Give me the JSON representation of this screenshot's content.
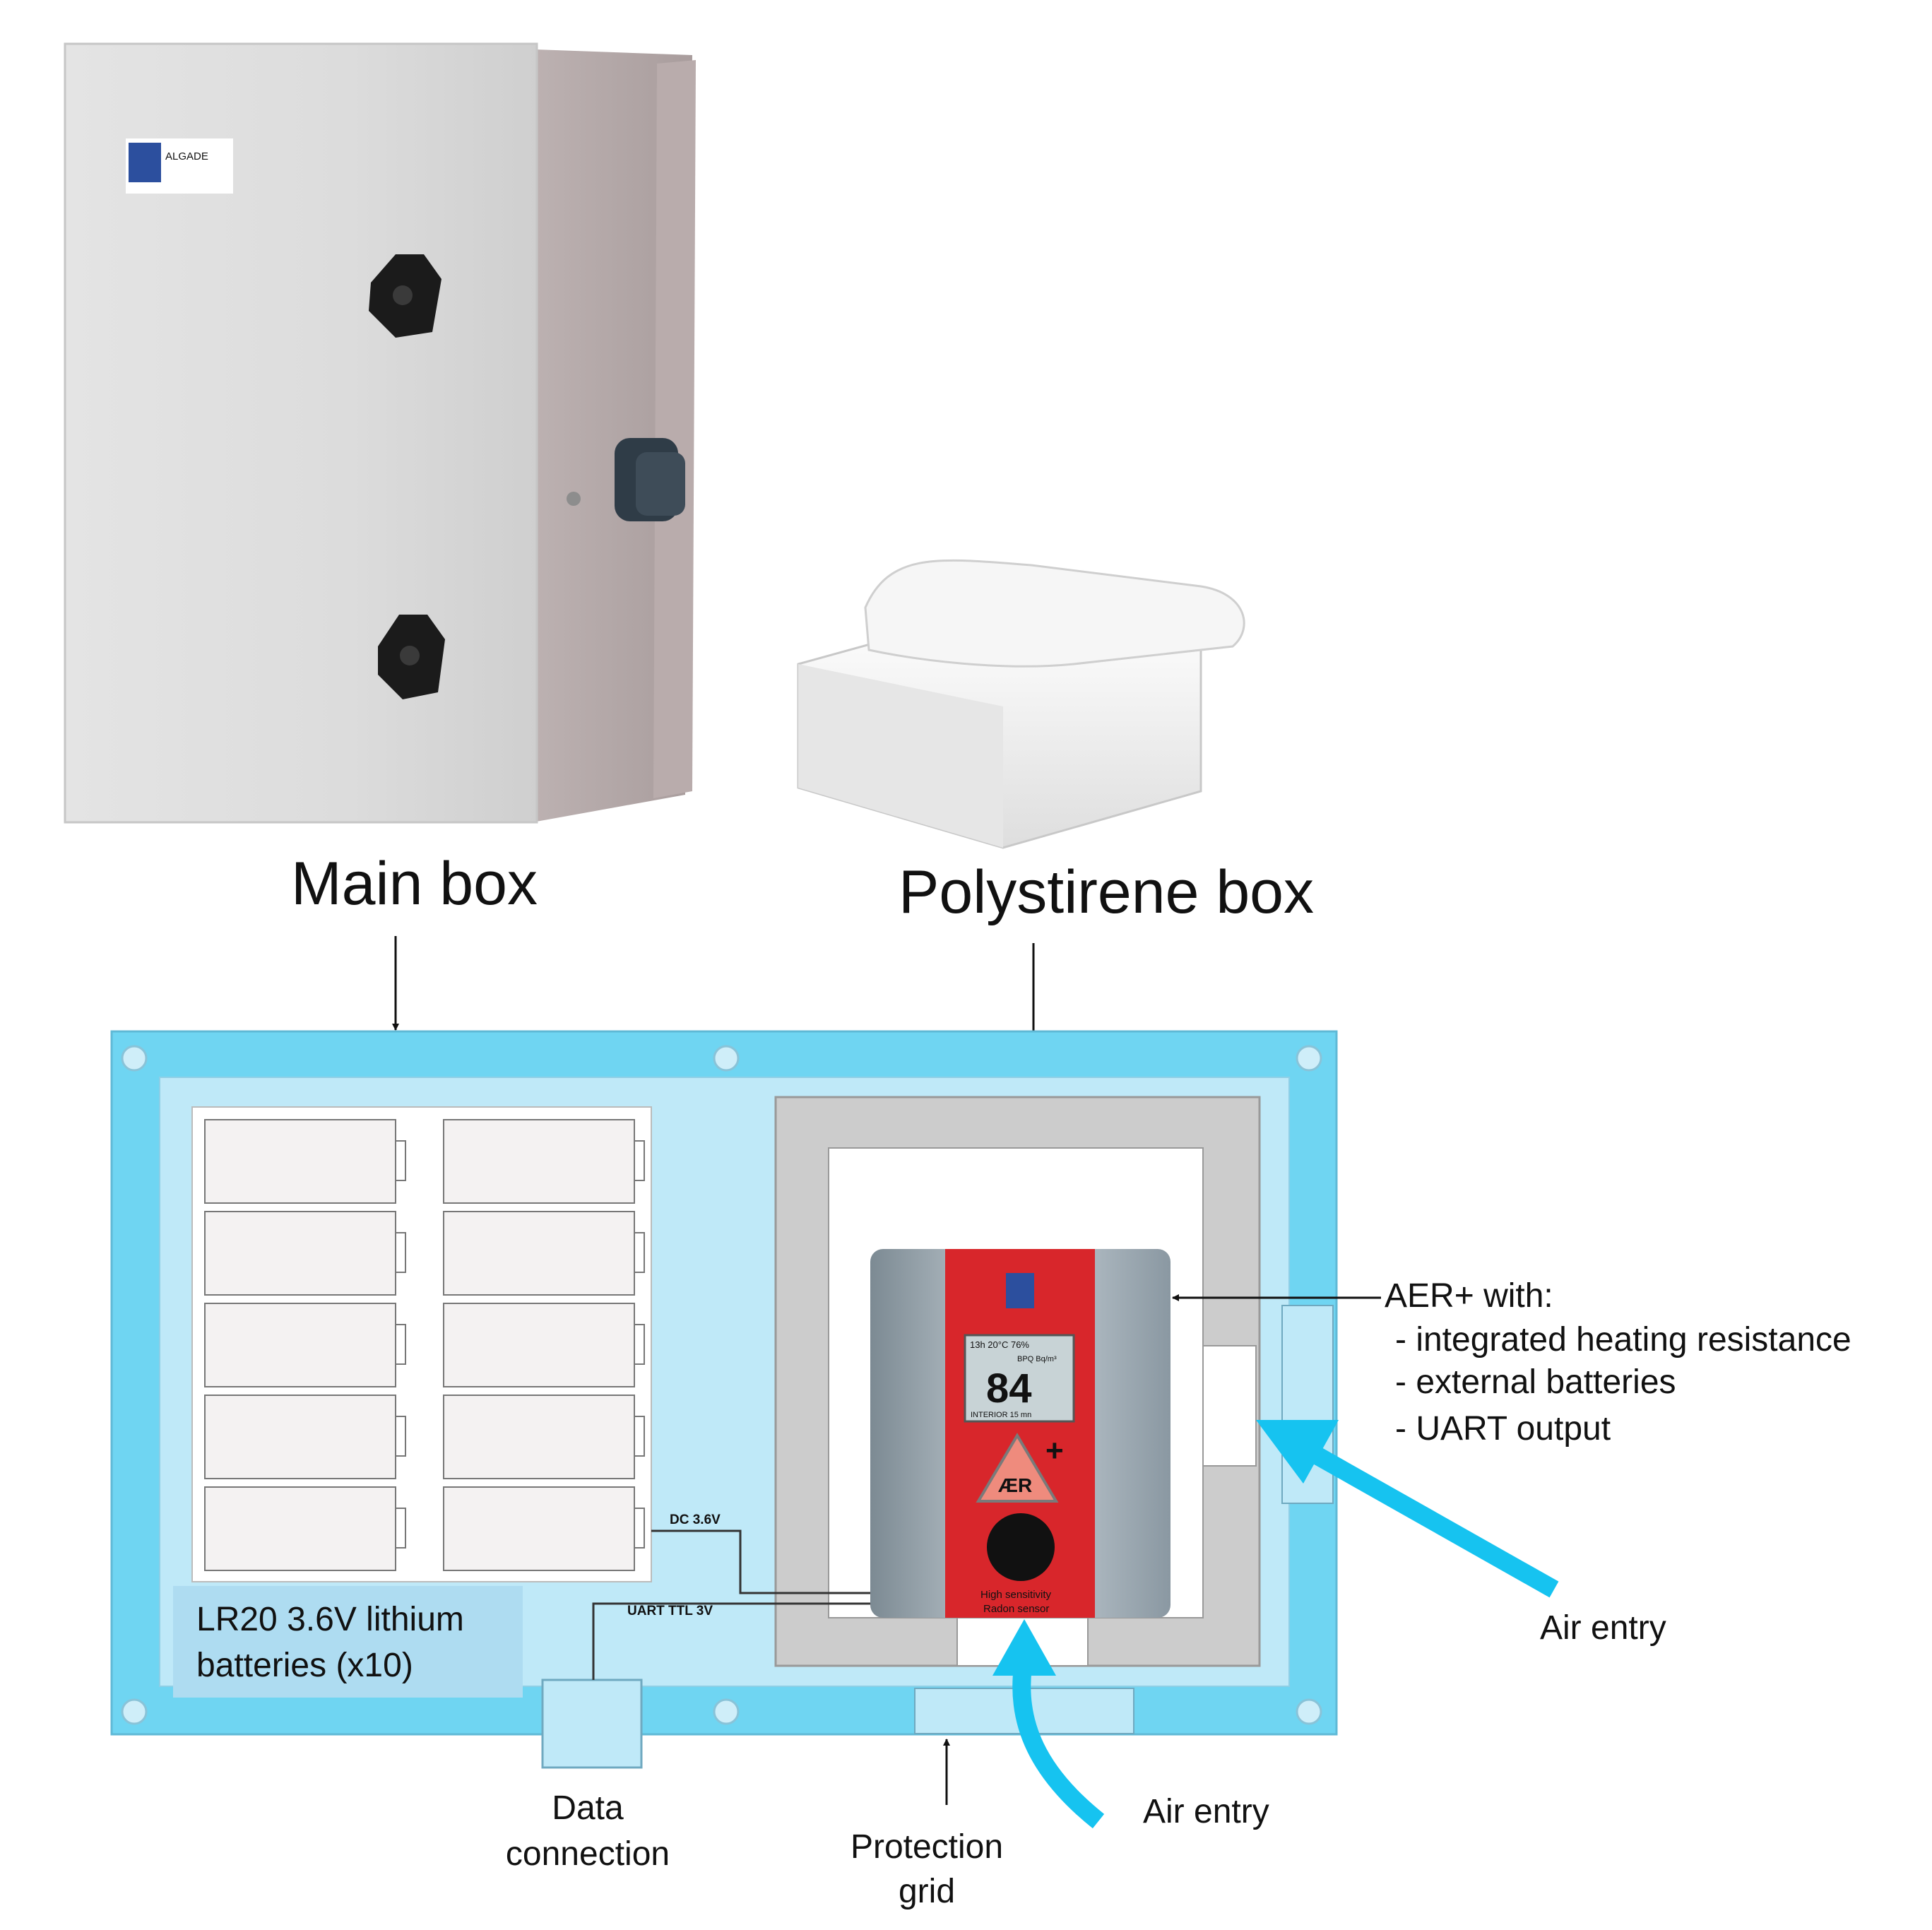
{
  "figure": {
    "main_box_title": "Main box",
    "poly_box_title": "Polystirene box",
    "enclosure_logo_text": "ALGADE",
    "batteries_label": [
      "LR20 3.6V lithium",
      "batteries (x10)"
    ],
    "aer_label": {
      "title": "AER+ with:",
      "items": [
        "- integrated heating resistance",
        "- external batteries",
        "- UART output"
      ]
    },
    "dc_label": "DC 3.6V",
    "uart_label": "UART TTL 3V",
    "air_entry_right": "Air entry",
    "air_entry_bottom": "Air entry",
    "data_connection": [
      "Data",
      "connection"
    ],
    "protection_grid": [
      "Protection",
      "grid"
    ],
    "device": {
      "display_value": "84",
      "display_top": "13h  20°C  76%",
      "display_sub": "BPQ  Bq/m³",
      "display_bottom": "INTERIOR  15 mn",
      "brand": "ÆR",
      "plus": "+",
      "footer": [
        "High sensitivity",
        "Radon sensor"
      ]
    },
    "colors": {
      "board_outer": "#6fd5f2",
      "board_inner": "#bfe9f8",
      "poly_grey": "#cccccc",
      "arrow_cyan": "#16c3f0",
      "device_red": "#d8262b"
    }
  }
}
